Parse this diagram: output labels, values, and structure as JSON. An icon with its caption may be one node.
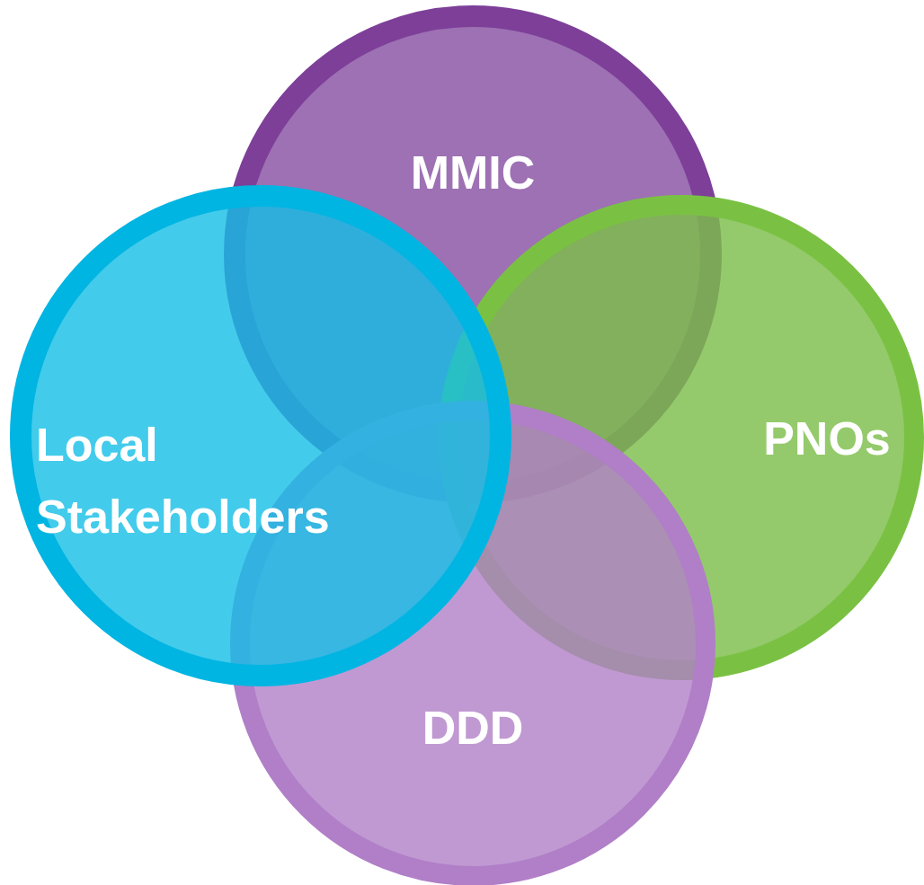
{
  "diagram": {
    "nodes": [
      {
        "text": [
          "MMIC"
        ]
      },
      {
        "text": [
          "Local Stakeholders"
        ]
      },
      {
        "text": [
          "PNOs"
        ]
      },
      {
        "text": [
          "DDD"
        ]
      }
    ]
  }
}
